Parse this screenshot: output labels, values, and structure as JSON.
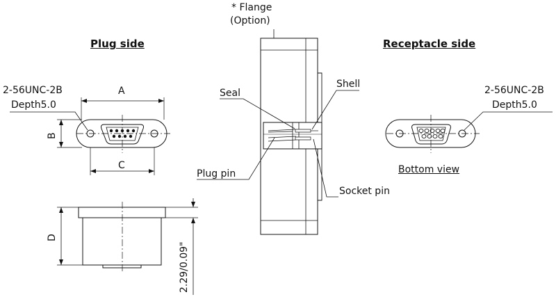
{
  "flange": {
    "line1": "* Flange",
    "line2": "(Option)"
  },
  "plug_side": {
    "title": "Plug side",
    "thread_line1": "2-56UNC-2B",
    "thread_line2": "Depth5.0",
    "dim_a": "A",
    "dim_b": "B",
    "dim_c": "C",
    "dim_d": "D",
    "dim_thickness": "2.29/0.09\""
  },
  "section": {
    "seal": "Seal",
    "shell": "Shell",
    "plug_pin": "Plug pin",
    "socket_pin": "Socket pin"
  },
  "receptacle_side": {
    "title": "Receptacle side",
    "thread_line1": "2-56UNC-2B",
    "thread_line2": "Depth5.0",
    "bottom_view": "Bottom view"
  }
}
